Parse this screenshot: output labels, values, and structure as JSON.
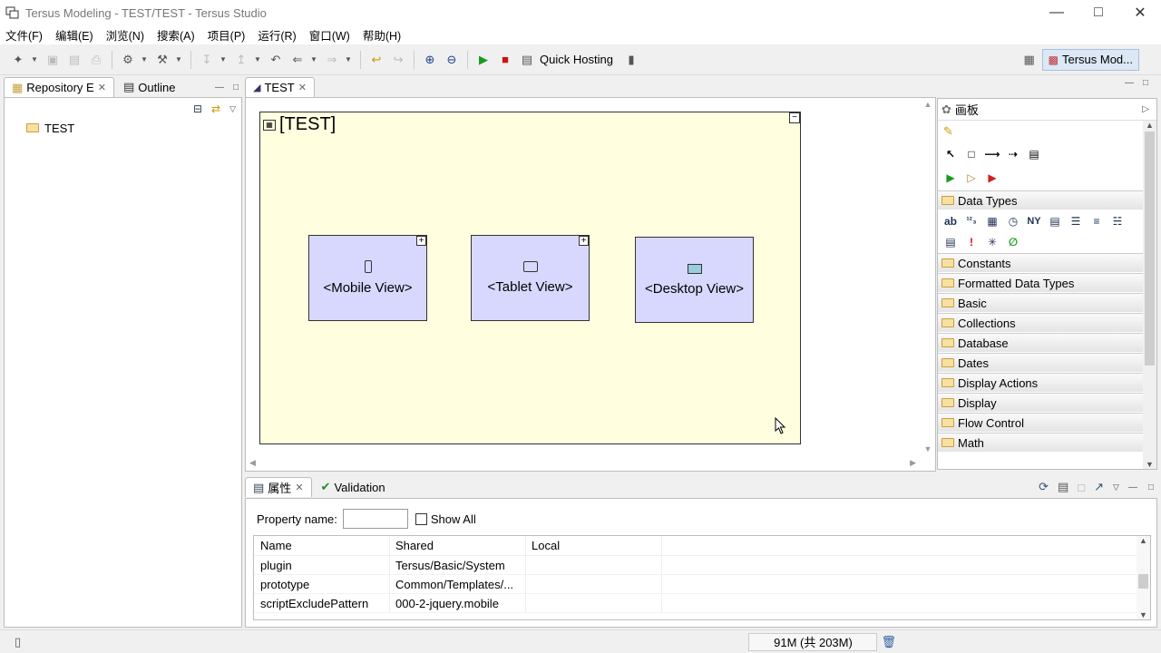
{
  "window": {
    "title": "Tersus Modeling  -  TEST/TEST  -  Tersus Studio"
  },
  "menu": [
    "文件(F)",
    "编辑(E)",
    "浏览(N)",
    "搜索(A)",
    "项目(P)",
    "运行(R)",
    "窗口(W)",
    "帮助(H)"
  ],
  "toolbar": {
    "quick_hosting": "Quick Hosting",
    "perspective": "Tersus Mod..."
  },
  "left_panel": {
    "tabs": [
      "Repository E",
      "Outline"
    ],
    "tree": [
      "TEST"
    ]
  },
  "editor": {
    "tab": "TEST",
    "model_title": "[TEST]",
    "views": [
      "<Mobile View>",
      "<Tablet View>",
      "<Desktop View>"
    ]
  },
  "palette": {
    "title": "画板",
    "categories": [
      "Data Types",
      "Constants",
      "Formatted Data Types",
      "Basic",
      "Collections",
      "Database",
      "Dates",
      "Display Actions",
      "Display",
      "Flow Control",
      "Math"
    ]
  },
  "properties": {
    "tabs": [
      "属性",
      "Validation"
    ],
    "property_name_label": "Property name:",
    "property_name_value": "",
    "show_all": "Show All",
    "columns": [
      "Name",
      "Shared",
      "Local"
    ],
    "rows": [
      {
        "name": "plugin",
        "shared": "Tersus/Basic/System",
        "local": ""
      },
      {
        "name": "prototype",
        "shared": "Common/Templates/...",
        "local": ""
      },
      {
        "name": "scriptExcludePattern",
        "shared": "000-2-jquery.mobile",
        "local": ""
      }
    ]
  },
  "status": {
    "memory": "91M (共 203M)"
  }
}
